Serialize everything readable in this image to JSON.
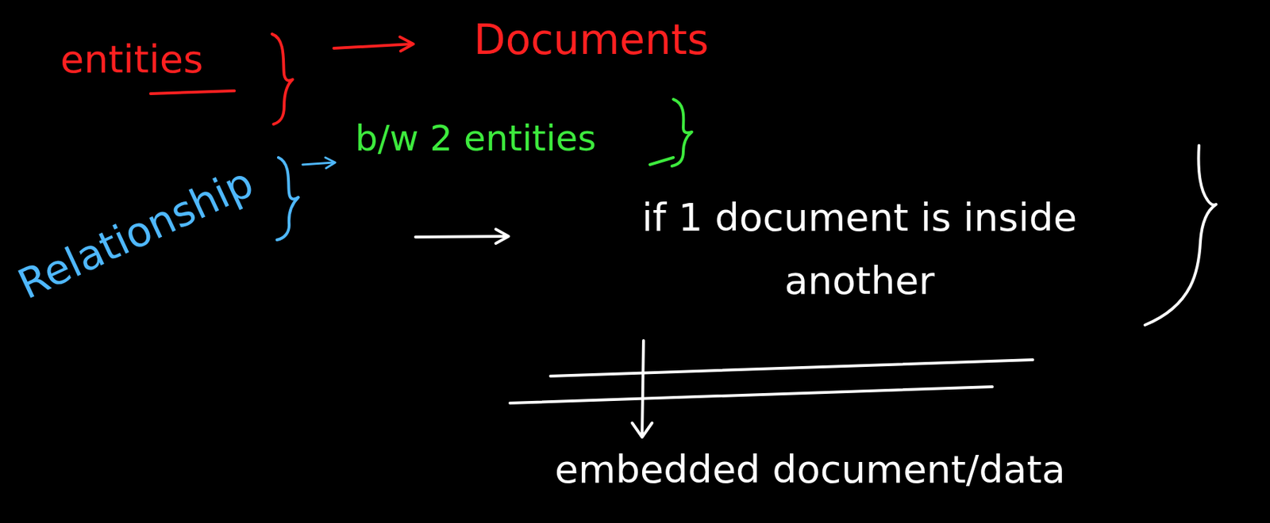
{
  "diagram": {
    "labels": [
      "entities",
      "Documents",
      "Relationship",
      "b/w 2 entities",
      "if 1 document is inside another",
      "embedded document/data"
    ]
  }
}
